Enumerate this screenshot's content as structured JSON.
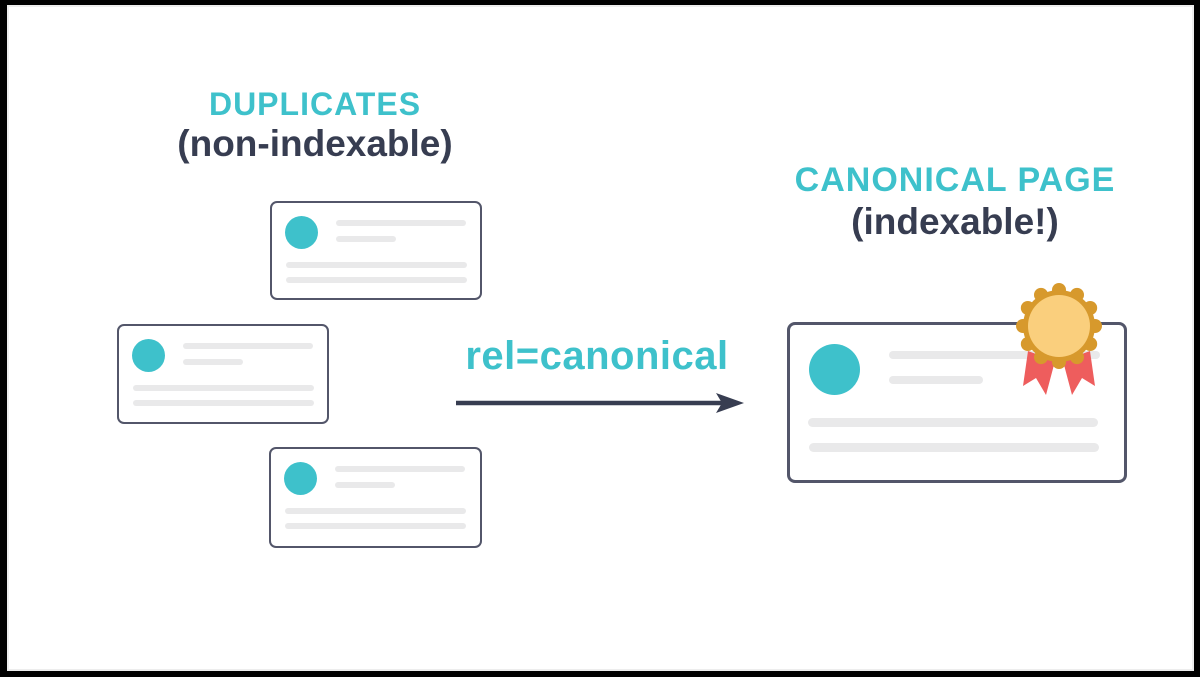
{
  "diagram": {
    "left_group": {
      "title": "DUPLICATES",
      "subtitle": "(non-indexable)",
      "card_count": 3
    },
    "relation": {
      "label": "rel=canonical",
      "arrow_direction": "right"
    },
    "right_group": {
      "title": "CANONICAL PAGE",
      "subtitle": "(indexable!)"
    },
    "icons": {
      "avatar": "teal-circle-avatar",
      "badge": "gold-award-rosette-with-red-ribbons",
      "arrow": "right-arrow"
    },
    "colors": {
      "teal": "#3EC1CB",
      "navy": "#373D51",
      "card_border": "#53566A",
      "placeholder_line": "#E9E9EA",
      "badge_gold": "#D7992C",
      "badge_gold_light": "#FACF7D",
      "ribbon_red": "#EE5D5D",
      "frame_black": "#000000"
    }
  }
}
